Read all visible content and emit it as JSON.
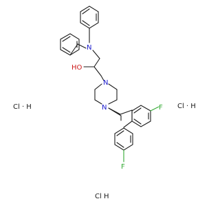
{
  "molecule": {
    "atom_labels": {
      "n_amine": "N",
      "oh": "HO",
      "n_pip_1": "N",
      "n_pip_2": "N",
      "f_1": "F",
      "f_2": "F"
    },
    "salts": [
      "Cl · H",
      "Cl · H",
      "Cl   H"
    ],
    "colors": {
      "bond": "#1a1a1a",
      "nitrogen": "#1a1acc",
      "oxygen": "#cc1a1a",
      "fluorine": "#33aa33",
      "chlorine": "#1a1a1a"
    }
  }
}
